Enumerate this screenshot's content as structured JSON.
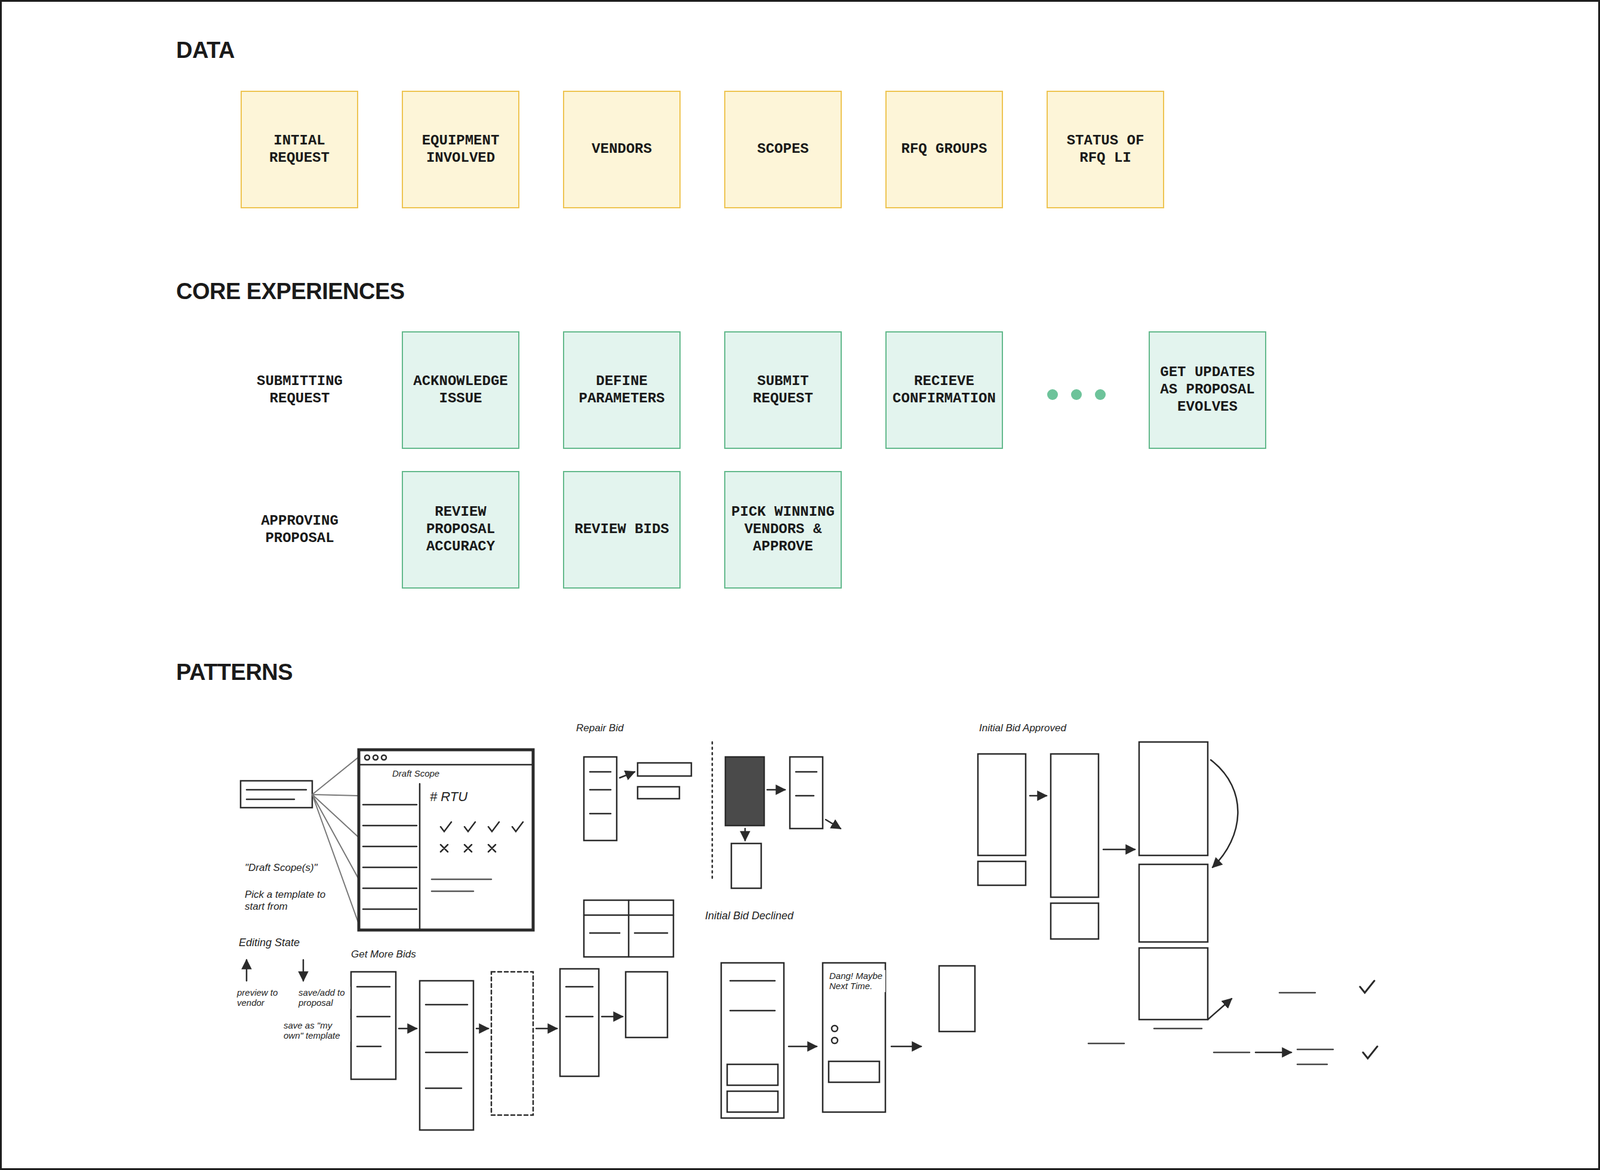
{
  "diagram": {
    "nodes": [
      {
        "text": [
          "INTIAL REQUEST"
        ]
      },
      {
        "text": [
          "EQUIPMENT INVOLVED"
        ]
      },
      {
        "text": [
          "VENDORS"
        ]
      },
      {
        "text": [
          "SCOPES"
        ]
      },
      {
        "text": [
          "RFQ GROUPS"
        ]
      },
      {
        "text": [
          "STATUS OF RFQ LI"
        ]
      },
      {
        "text": [
          "ACKNOWLEDGE ISSUE"
        ]
      },
      {
        "text": [
          "DEFINE PARAMETERS"
        ]
      },
      {
        "text": [
          "SUBMIT REQUEST"
        ]
      },
      {
        "text": [
          "RECIEVE CONFIRMATION"
        ]
      },
      {
        "text": [
          "GET UPDATES AS PROPOSAL EVOLVES"
        ]
      },
      {
        "text": [
          "REVIEW PROPOSAL ACCURACY"
        ]
      },
      {
        "text": [
          "REVIEW BIDS"
        ]
      },
      {
        "text": [
          "PICK WINNING VENDORS & APPROVE"
        ]
      }
    ],
    "labels": [
      "DATA",
      "CORE EXPERIENCES",
      "PATTERNS",
      "SUBMITTING REQUEST",
      "APPROVING PROPOSAL",
      "\"Draft Scope(s)\"",
      "Pick a template to start from",
      "Editing State",
      "preview to vendor",
      "save/add to proposal",
      "save as \"my own\" template",
      "# RTU",
      "Get More Bids",
      "Repair Bid",
      "Initial Bid Declined",
      "Dang! Maybe Next Time.",
      "Initial Bid Approved",
      "Draft Scope"
    ]
  }
}
